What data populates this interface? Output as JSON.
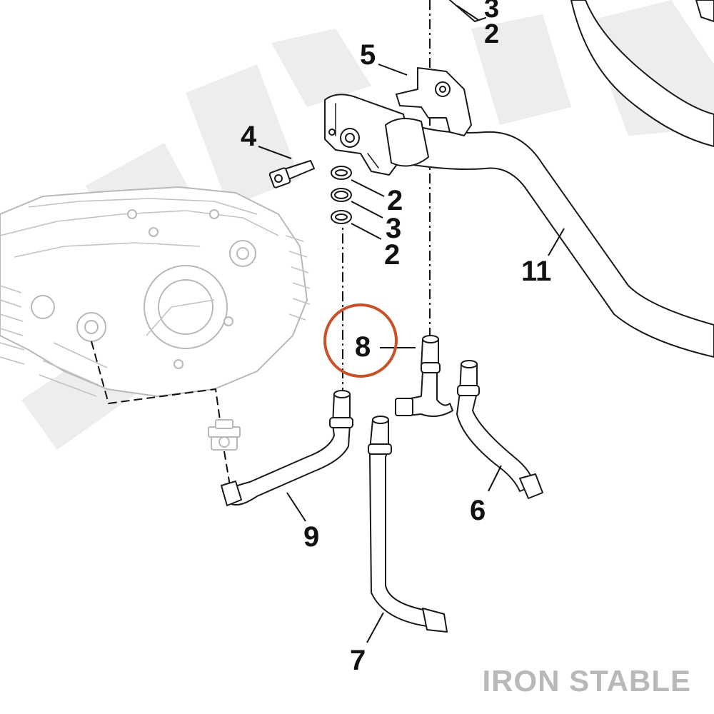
{
  "callouts": {
    "c3_top": "3",
    "c2_top": "2",
    "c5": "5",
    "c4": "4",
    "c2_a": "2",
    "c3_mid": "3",
    "c2_b": "2",
    "c11": "11",
    "c8": "8",
    "c9": "9",
    "c6": "6",
    "c7": "7"
  },
  "highlight": {
    "callout": "8",
    "color": "#c8512a"
  },
  "watermark": {
    "text": "IRON STABLE"
  },
  "colors": {
    "line_art": "#1a1a1a",
    "ghost_engine": "#b8b8b8",
    "watermark": "#b9b9b9"
  }
}
